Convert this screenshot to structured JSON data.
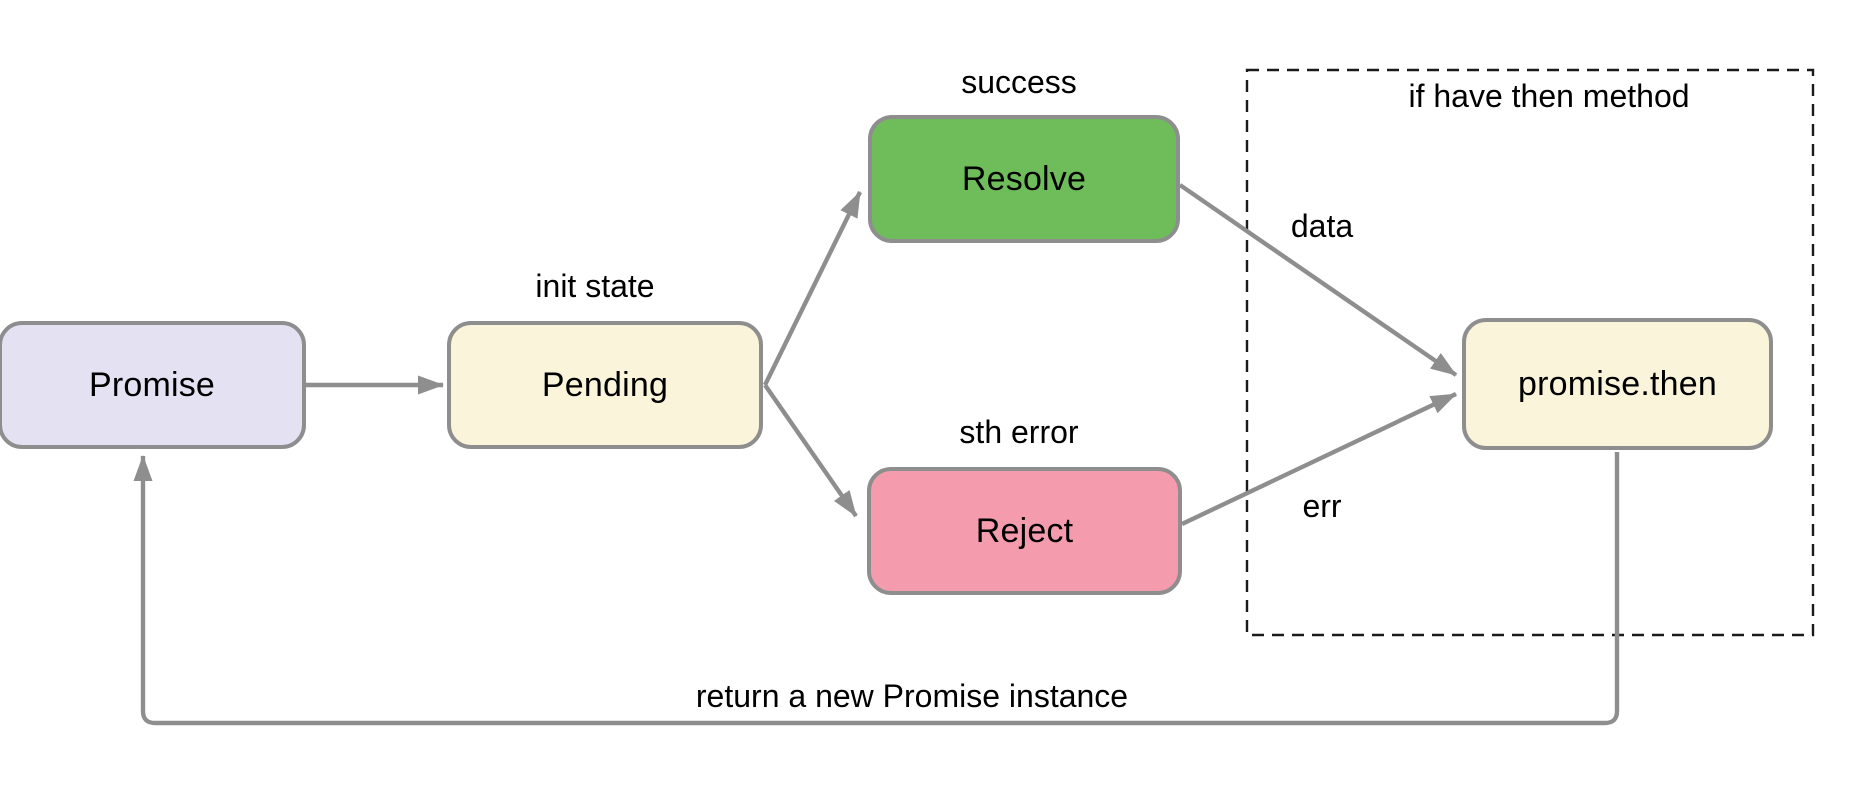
{
  "diagram": {
    "nodes": {
      "promise": {
        "label": "Promise",
        "fill": "#e4e1f3"
      },
      "pending": {
        "label": "Pending",
        "fill": "#faf5da",
        "note": "init state"
      },
      "resolve": {
        "label": "Resolve",
        "fill": "#6ebc5a",
        "note": "success"
      },
      "reject": {
        "label": "Reject",
        "fill": "#f49cad",
        "note": "sth error"
      },
      "promise_then": {
        "label": "promise.then",
        "fill": "#faf5da"
      }
    },
    "container": {
      "label": "if have then method"
    },
    "edge_labels": {
      "resolve_to_then": "data",
      "reject_to_then": "err",
      "then_to_promise": "return a new Promise instance"
    },
    "colors": {
      "arrow_gray": "#8e8e8e",
      "node_border_gray": "#8e8e8e",
      "dashed_outline": "#1a1a1a",
      "text": "#000000"
    }
  }
}
